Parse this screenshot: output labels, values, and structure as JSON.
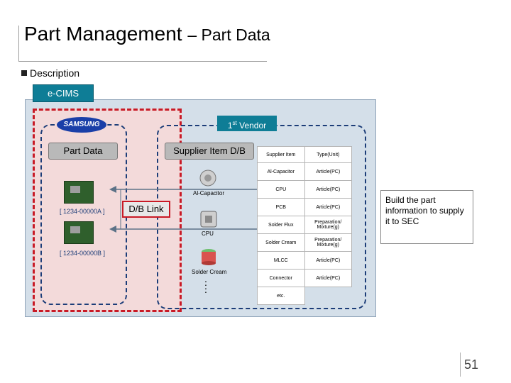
{
  "title": {
    "main": "Part Management",
    "sub": "– Part Data"
  },
  "description": "Description",
  "ecims_label": "e-CIMS",
  "samsung_logo": "SAMSUNG",
  "part_data_label": "Part Data",
  "supplier_item_label": "Supplier Item D/B",
  "vendor": {
    "label": "Vendor",
    "ordinal": "1",
    "ordinal_suffix": "st"
  },
  "db_link_label": "D/B Link",
  "left_parts": [
    {
      "part_number": "[ 1234-00000A ]"
    },
    {
      "part_number": "[ 1234-00000B ]"
    }
  ],
  "right_items": {
    "al_capacitor": "Al-Capacitor",
    "cpu": "CPU",
    "solder_cream": "Solder Cream"
  },
  "table": {
    "headers": [
      "Supplier Item",
      "Type(Unit)"
    ],
    "rows": [
      [
        "Al-Capacitor",
        "Article(PC)"
      ],
      [
        "CPU",
        "Article(PC)"
      ],
      [
        "PCB",
        "Article(PC)"
      ],
      [
        "Solder Flux",
        "Preparation/ Mixture(g)"
      ],
      [
        "Solder Cream",
        "Preparation/ Mixture(g)"
      ],
      [
        "MLCC",
        "Article(PC)"
      ],
      [
        "Connector",
        "Article(PC)"
      ],
      [
        "etc.",
        ""
      ]
    ]
  },
  "callout_text": "Build the part information to supply it to SEC",
  "page_number": "51",
  "colors": {
    "accent": "#0e7d96",
    "highlight_border": "#c81a26",
    "panel_border": "#1c3d78"
  },
  "icons": [
    "arrow-left-icon",
    "motherboard-icon",
    "capacitor-icon",
    "cpu-chip-icon",
    "solder-cream-icon"
  ]
}
